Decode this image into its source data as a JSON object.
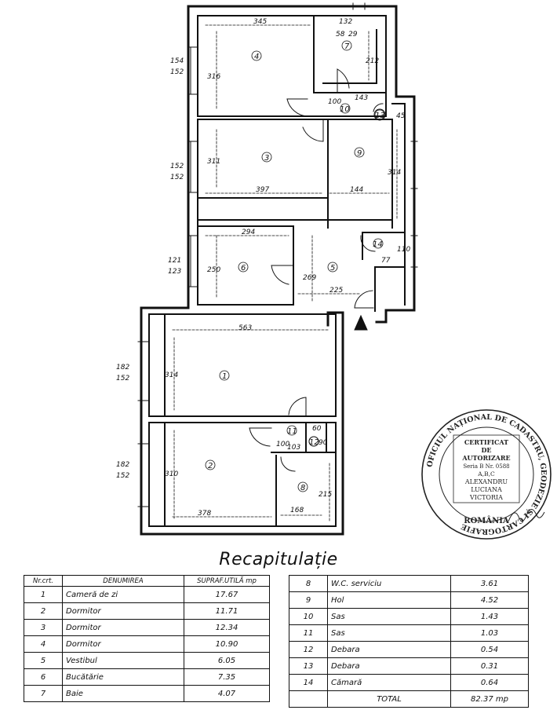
{
  "plan": {
    "dims": {
      "d345": "345",
      "d132": "132",
      "d58": "58",
      "d29": "29",
      "d212": "212",
      "d100a": "100",
      "d143": "143",
      "d45": "45",
      "d316": "316",
      "d154": "154",
      "d152a": "152",
      "d311": "311",
      "d152b": "152",
      "d152c": "152",
      "d397": "397",
      "d144": "144",
      "d314a": "314",
      "d294": "294",
      "d121": "121",
      "d123": "123",
      "d250": "250",
      "d269": "269",
      "d225": "225",
      "d110": "110",
      "d77": "77",
      "d563": "563",
      "d182a": "182",
      "d152d": "152",
      "d314b": "314",
      "d60": "60",
      "d100b": "100",
      "d103": "103",
      "d90": "90",
      "d182b": "182",
      "d152e": "152",
      "d310": "310",
      "d378": "378",
      "d168": "168",
      "d215": "215"
    },
    "rooms": {
      "r1": "1",
      "r2": "2",
      "r3": "3",
      "r4": "4",
      "r5": "5",
      "r6": "6",
      "r7": "7",
      "r8": "8",
      "r9": "9",
      "r10": "10",
      "r11": "11",
      "r12": "12",
      "r13": "13",
      "r14": "14"
    }
  },
  "recap": {
    "title": "Recapitulație",
    "headers": {
      "nr": "Nr.crt.",
      "name": "DENUMIREA",
      "area": "SUPRAF.UTILĂ mp"
    },
    "left": [
      {
        "nr": "1",
        "name": "Cameră de zi",
        "area": "17.67"
      },
      {
        "nr": "2",
        "name": "Dormitor",
        "area": "11.71"
      },
      {
        "nr": "3",
        "name": "Dormitor",
        "area": "12.34"
      },
      {
        "nr": "4",
        "name": "Dormitor",
        "area": "10.90"
      },
      {
        "nr": "5",
        "name": "Vestibul",
        "area": "6.05"
      },
      {
        "nr": "6",
        "name": "Bucătărie",
        "area": "7.35"
      },
      {
        "nr": "7",
        "name": "Baie",
        "area": "4.07"
      }
    ],
    "right": [
      {
        "nr": "8",
        "name": "W.C. serviciu",
        "area": "3.61"
      },
      {
        "nr": "9",
        "name": "Hol",
        "area": "4.52"
      },
      {
        "nr": "10",
        "name": "Sas",
        "area": "1.43"
      },
      {
        "nr": "11",
        "name": "Sas",
        "area": "1.03"
      },
      {
        "nr": "12",
        "name": "Debara",
        "area": "0.54"
      },
      {
        "nr": "13",
        "name": "Debara",
        "area": "0.31"
      },
      {
        "nr": "14",
        "name": "Cămară",
        "area": "0.64"
      }
    ],
    "total": {
      "label": "TOTAL",
      "area": "82.37 mp"
    }
  },
  "stamp": {
    "ring": "OFICIUL NAȚIONAL DE CADASTRU, GEODEZIE ȘI CARTOGRAFIE",
    "country": "ROMÂNIA",
    "lines": [
      "CERTIFICAT",
      "DE",
      "AUTORIZARE",
      "Seria B Nr. 0588",
      "A,B,C",
      "ALEXANDRU",
      "LUCIANA",
      "VICTORIA"
    ]
  }
}
